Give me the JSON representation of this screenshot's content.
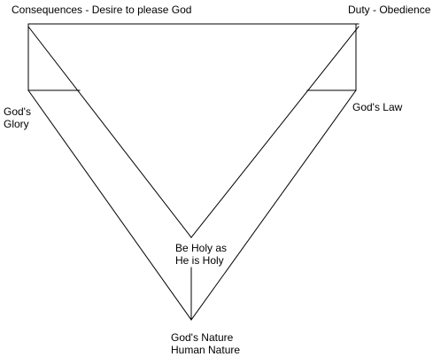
{
  "diagram": {
    "labels": {
      "top_left": "Consequences - Desire to please God",
      "top_right": "Duty - Obedience",
      "left_line1": "God's",
      "left_line2": "Glory",
      "right": "God's Law",
      "center_line1": "Be Holy as",
      "center_line2": "He is Holy",
      "bottom_line1": "God's Nature",
      "bottom_line2": "Human Nature"
    },
    "colors": {
      "line": "#000000",
      "text": "#000000",
      "background": "#ffffff"
    }
  }
}
